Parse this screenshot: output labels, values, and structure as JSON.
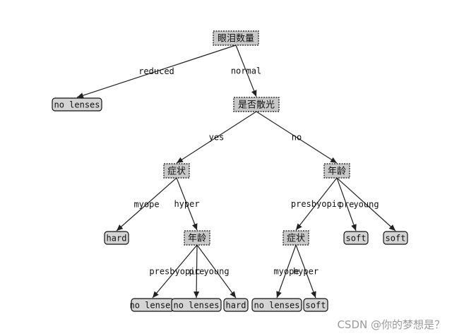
{
  "diagram": {
    "nodes": [
      {
        "id": "n1",
        "label": "眼泪数量",
        "kind": "decision"
      },
      {
        "id": "n2",
        "label": "no lenses",
        "kind": "leaf"
      },
      {
        "id": "n3",
        "label": "是否散光",
        "kind": "decision"
      },
      {
        "id": "n4",
        "label": "症状",
        "kind": "decision"
      },
      {
        "id": "n5",
        "label": "年龄",
        "kind": "decision"
      },
      {
        "id": "n6",
        "label": "hard",
        "kind": "leaf"
      },
      {
        "id": "n7",
        "label": "年龄",
        "kind": "decision"
      },
      {
        "id": "n8",
        "label": "症状",
        "kind": "decision"
      },
      {
        "id": "n9",
        "label": "soft",
        "kind": "leaf"
      },
      {
        "id": "n10",
        "label": "soft",
        "kind": "leaf"
      },
      {
        "id": "n11",
        "label": "no lenses",
        "kind": "leaf"
      },
      {
        "id": "n12",
        "label": "no lenses",
        "kind": "leaf"
      },
      {
        "id": "n13",
        "label": "hard",
        "kind": "leaf"
      },
      {
        "id": "n14",
        "label": "no lenses",
        "kind": "leaf"
      },
      {
        "id": "n15",
        "label": "soft",
        "kind": "leaf"
      }
    ],
    "edges": [
      {
        "from": "n1",
        "to": "n2",
        "label": "reduced"
      },
      {
        "from": "n1",
        "to": "n3",
        "label": "normal"
      },
      {
        "from": "n3",
        "to": "n4",
        "label": "yes"
      },
      {
        "from": "n3",
        "to": "n5",
        "label": "no"
      },
      {
        "from": "n4",
        "to": "n6",
        "label": "myope"
      },
      {
        "from": "n4",
        "to": "n7",
        "label": "hyper"
      },
      {
        "from": "n5",
        "to": "n8",
        "label": "presbyopic"
      },
      {
        "from": "n5",
        "to": "n9",
        "label": "pre"
      },
      {
        "from": "n5",
        "to": "n10",
        "label": "young"
      },
      {
        "from": "n7",
        "to": "n11",
        "label": "presbyopic"
      },
      {
        "from": "n7",
        "to": "n12",
        "label": "pre"
      },
      {
        "from": "n7",
        "to": "n13",
        "label": "young"
      },
      {
        "from": "n8",
        "to": "n14",
        "label": "myope"
      },
      {
        "from": "n8",
        "to": "n15",
        "label": "hyper"
      }
    ]
  },
  "watermark": "CSDN @你的梦想是？"
}
